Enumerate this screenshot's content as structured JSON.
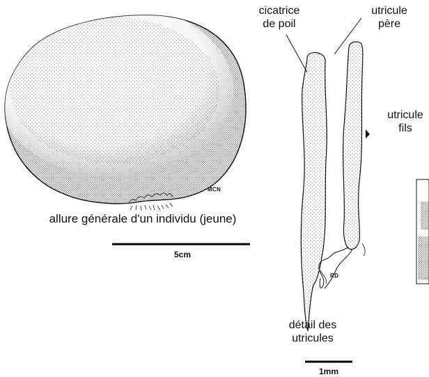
{
  "labels": {
    "scar_line1": "cicatrice",
    "scar_line2": "de poil",
    "parent_line1": "utricule",
    "parent_line2": "père",
    "child_line1": "utricule",
    "child_line2": "fils",
    "general_caption": "allure générale d'un individu (jeune)",
    "detail_line1": "détail des",
    "detail_line2": "utricules"
  },
  "signatures": {
    "left": "MCN",
    "detail": "RD"
  },
  "scale_bars": {
    "large": "5cm",
    "small": "1mm"
  },
  "colors": {
    "ink": "#111111",
    "stipple": "#2a2a2a",
    "paper": "#ffffff"
  }
}
